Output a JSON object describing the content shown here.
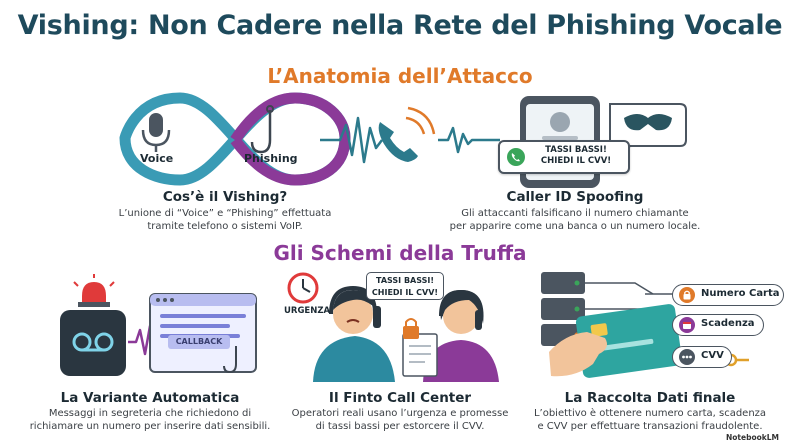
{
  "title": "Vishing: Non Cadere nella Rete del Phishing Vocale",
  "section1": {
    "heading": "L’Anatomia dell’Attacco",
    "left": {
      "voice_label": "Voice",
      "phishing_label": "Phishing",
      "title": "Cos’è il Vishing?",
      "desc_line1": "L’unione di “Voice” e “Phishing” effettuata",
      "desc_line2": "tramite telefono o sistemi VoIP."
    },
    "right": {
      "bubble_line1": "TASSI BASSI!",
      "bubble_line2": "CHIEDI IL CVV!",
      "title": "Caller ID Spoofing",
      "desc_line1": "Gli attaccanti falsificano il numero chiamante",
      "desc_line2": "per apparire come una banca o un numero locale."
    }
  },
  "section2": {
    "heading": "Gli Schemi della Truffa",
    "col1": {
      "callback_label": "CALLBACK",
      "title": "La Variante Automatica",
      "desc_line1": "Messaggi in segreteria che richiedono di",
      "desc_line2": "richiamare un numero per inserire dati sensibili."
    },
    "col2": {
      "urgency_label": "URGENZA",
      "bubble_line1": "TASSI BASSI!",
      "bubble_line2": "CHIEDI IL CVV!",
      "title": "Il Finto Call Center",
      "desc_line1": "Operatori reali usano l’urgenza e promesse",
      "desc_line2": "di tassi bassi per estorcere il CVV."
    },
    "col3": {
      "tag_card": "Numero Carta",
      "tag_expiry": "Scadenza",
      "tag_cvv": "CVV",
      "title": "La Raccolta Dati finale",
      "desc_line1": "L’obiettivo è ottenere numero carta, scadenza",
      "desc_line2": "e CVV per effettuare transazioni fraudolente."
    }
  },
  "watermark": "NotebookLM"
}
